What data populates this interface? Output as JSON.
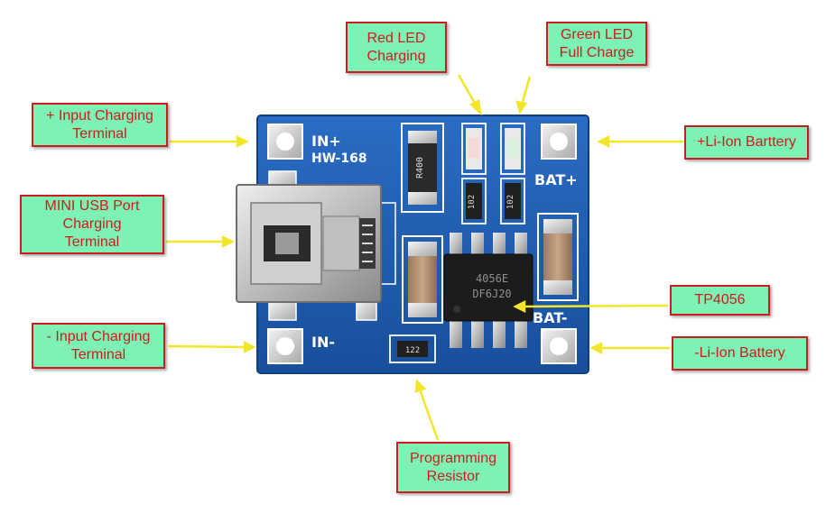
{
  "board": {
    "silkscreen": {
      "in_plus": "IN+",
      "model": "HW-168",
      "bat_plus": "BAT+",
      "bat_minus": "BAT-",
      "in_minus": "IN-"
    },
    "component_marks": {
      "sense_resistor": "R400",
      "led_resistor_1": "102",
      "led_resistor_2": "102",
      "prog_resistor": "122",
      "ic_line1": "4056E",
      "ic_line2": "DF6J20"
    }
  },
  "callouts": [
    {
      "id": "red-led",
      "lines": [
        "Red LED",
        "Charging"
      ]
    },
    {
      "id": "green-led",
      "lines": [
        "Green LED",
        "Full Charge"
      ]
    },
    {
      "id": "input-plus",
      "lines": [
        "+ Input Charging",
        "Terminal"
      ]
    },
    {
      "id": "battery-plus",
      "lines": [
        "+Li-Ion Barttery"
      ]
    },
    {
      "id": "mini-usb",
      "lines": [
        "MINI USB Port",
        "Charging",
        "Terminal"
      ]
    },
    {
      "id": "tp4056",
      "lines": [
        "TP4056"
      ]
    },
    {
      "id": "input-minus",
      "lines": [
        "- Input Charging",
        "Terminal"
      ]
    },
    {
      "id": "battery-minus",
      "lines": [
        "-Li-Ion Battery"
      ]
    },
    {
      "id": "prog-resistor",
      "lines": [
        "Programming",
        "Resistor"
      ]
    }
  ],
  "colors": {
    "pcb": "#1f5fb4",
    "callout_fill": "#7ef2b4",
    "callout_text": "#c81e1e",
    "arrow": "#f2e62a"
  }
}
